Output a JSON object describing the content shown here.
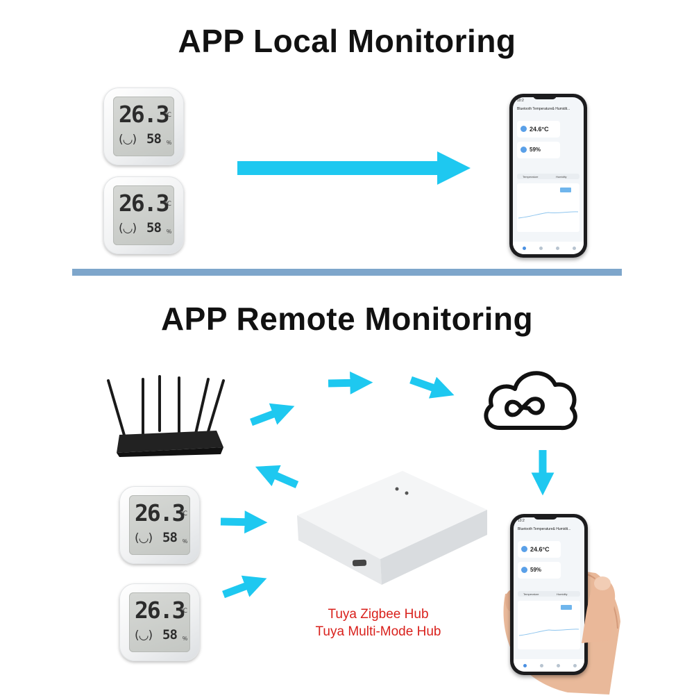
{
  "headings": {
    "local": "APP Local Monitoring",
    "remote": "APP Remote Monitoring"
  },
  "thermometer": {
    "temperature": "26.3",
    "temp_unit": "℃",
    "face": "(◡)",
    "humidity": "58",
    "humidity_unit": "%"
  },
  "phone_app": {
    "status_time": "10:2",
    "title": "Bluetooth Temperature& Humidit...",
    "temperature": "24.6°C",
    "humidity": "59%",
    "tab_temperature": "Temperature",
    "tab_humidity": "Humidity"
  },
  "hub": {
    "line1": "Tuya Zigbee Hub",
    "line2": "Tuya Multi-Mode Hub"
  },
  "icons": {
    "cloud": "cloud-infinity-icon",
    "router": "router-icon",
    "hub": "hub-device-icon"
  },
  "colors": {
    "arrow": "#1ec8f0",
    "divider": "#7ea6cb",
    "hub_label": "#d9211c",
    "heading": "#111111"
  }
}
